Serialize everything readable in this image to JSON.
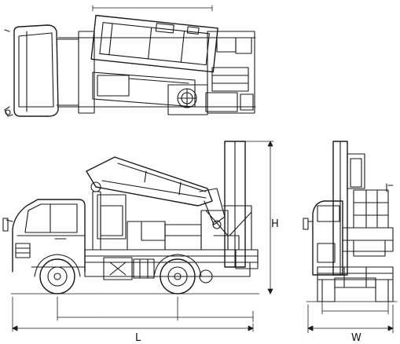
{
  "dimension_labels": {
    "length": "L",
    "width": "W",
    "height": "H"
  },
  "colors": {
    "stroke": "#1a1a1a",
    "background": "#ffffff"
  }
}
